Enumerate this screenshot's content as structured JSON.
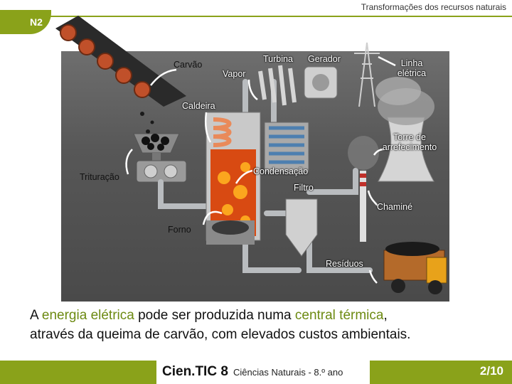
{
  "header": {
    "title": "Transformações dos recursos naturais",
    "badge": "N2"
  },
  "diagram": {
    "labels": {
      "carvao": "Carvão",
      "turbina": "Turbina",
      "gerador": "Gerador",
      "vapor": "Vapor",
      "linha": "Linha\nelétrica",
      "caldeira": "Caldeira",
      "torre": "Torre de\narrefecimento",
      "trituracao": "Trituração",
      "condensacao": "Condensação",
      "filtro": "Filtro",
      "chamine": "Chaminé",
      "forno": "Forno",
      "residuos": "Resíduos"
    }
  },
  "caption": {
    "t1": "A ",
    "h1": "energia elétrica",
    "t2": " pode ser produzida numa ",
    "h2": "central térmica",
    "t3": ",",
    "t4": "através da queima de carvão, com elevados custos ambientais."
  },
  "footer": {
    "brand": "Cien.TIC 8",
    "subtitle": "Ciências Naturais - 8.º ano",
    "page": "2/10"
  },
  "colors": {
    "accent": "#8aa21a",
    "highlight": "#6d8a12"
  }
}
